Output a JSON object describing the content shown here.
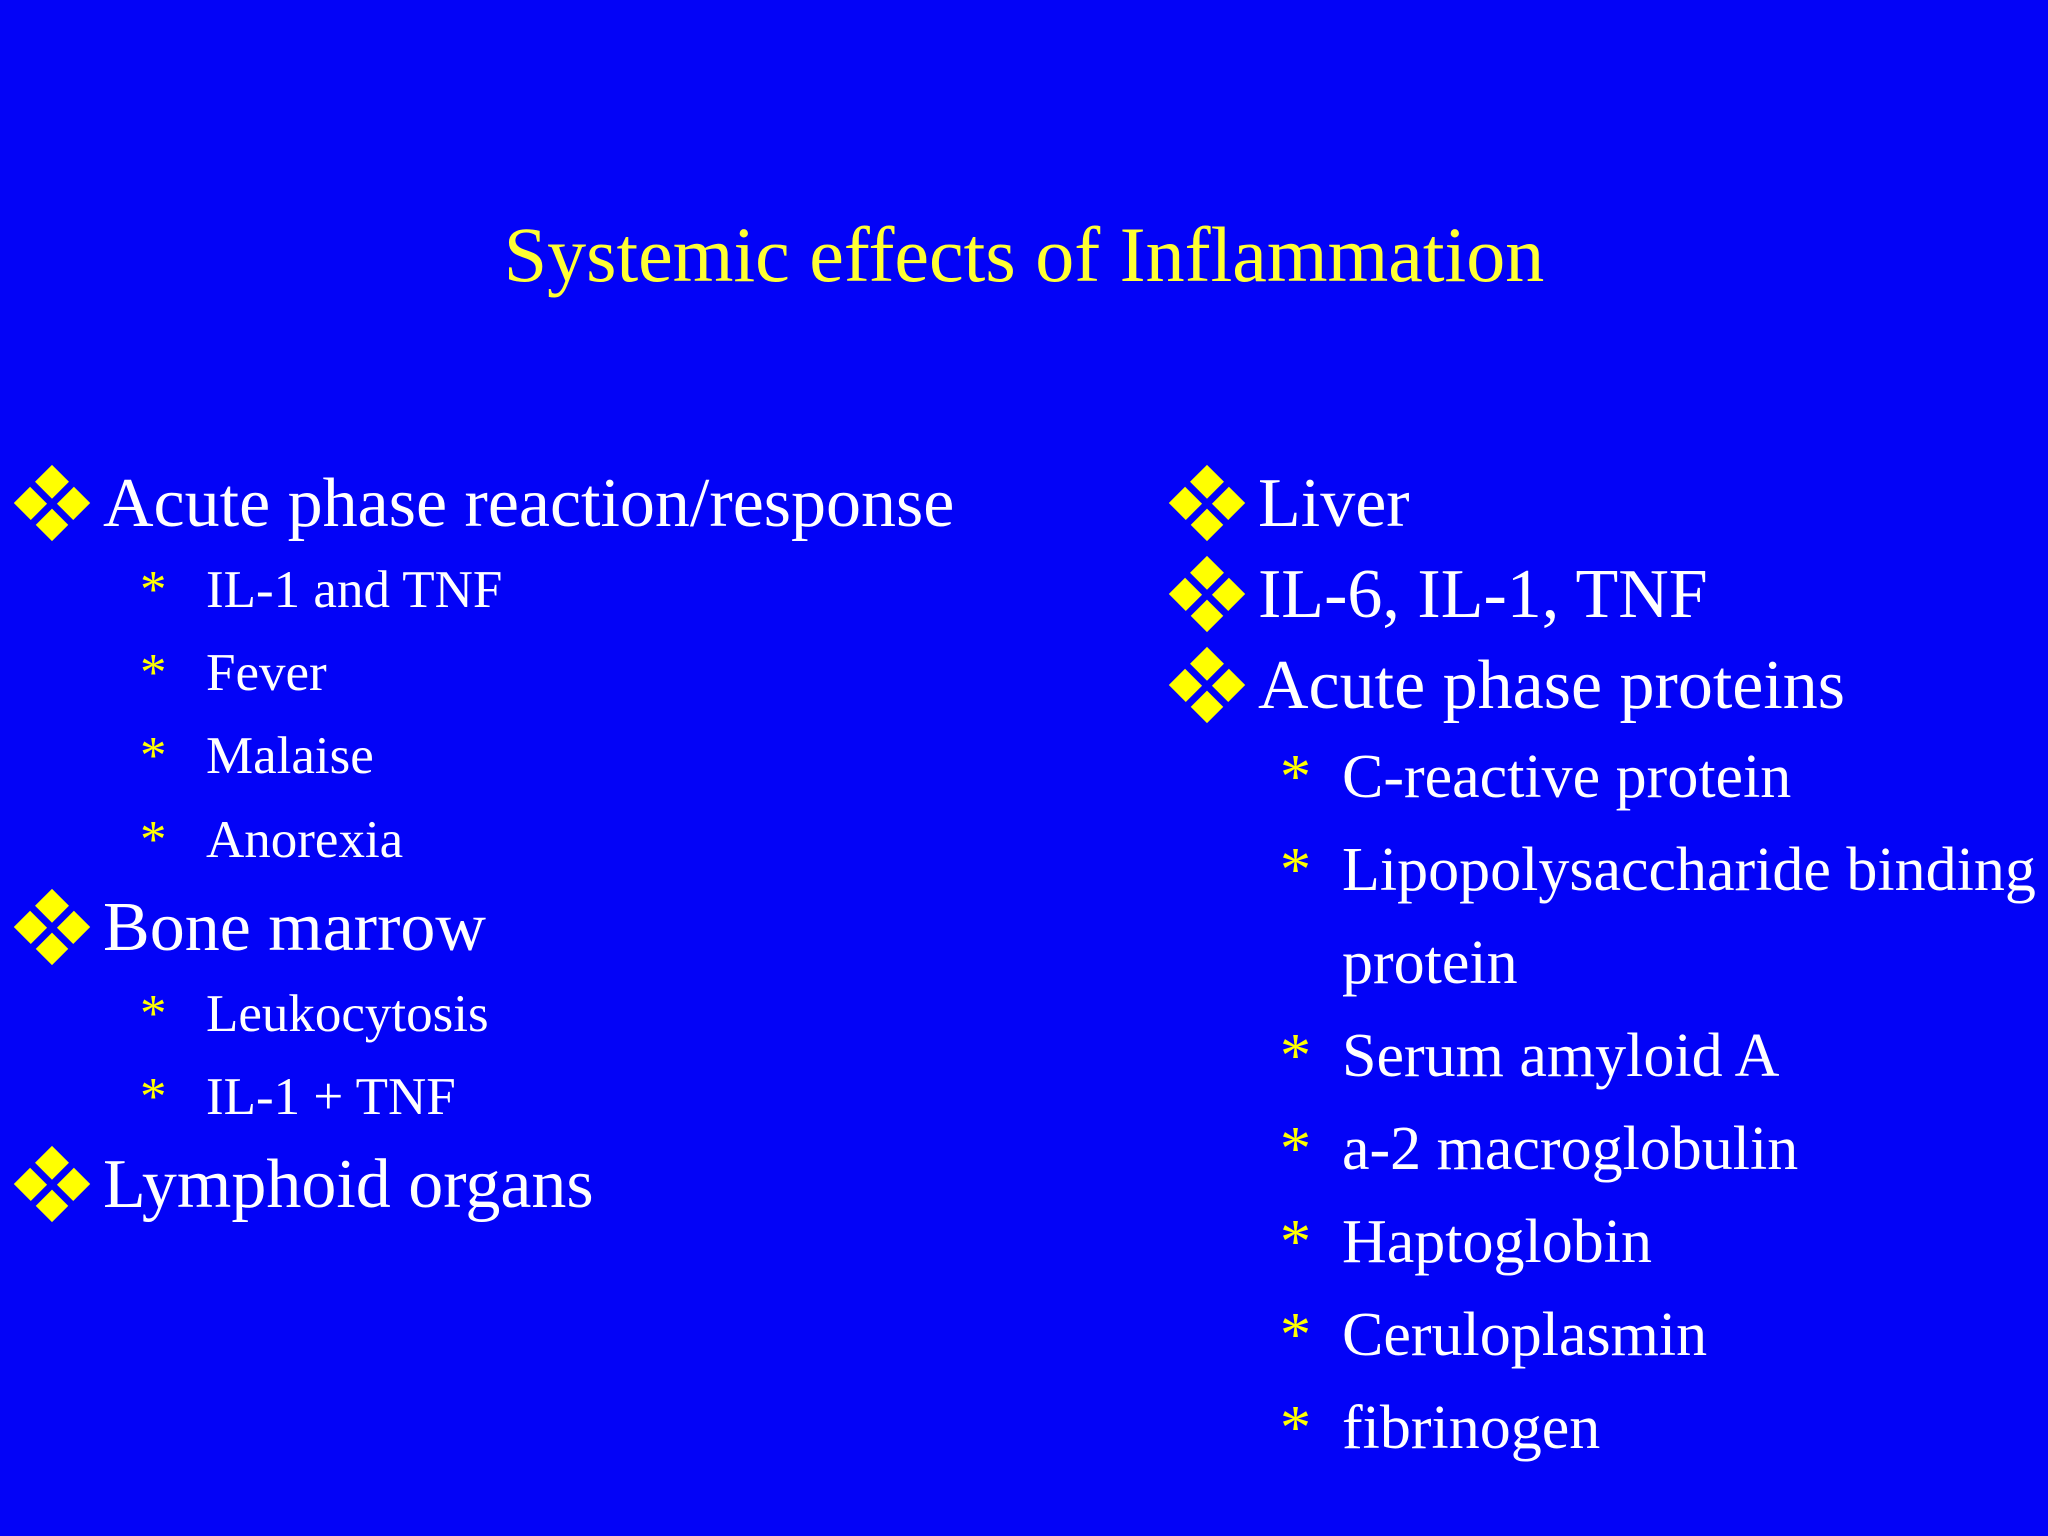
{
  "slide": {
    "title": "Systemic effects of Inflammation",
    "markers": {
      "sub": "*"
    },
    "colors": {
      "background": "#0303f7",
      "title": "#ffff33",
      "body_text": "#ffffff",
      "bullet": "#ffff00"
    },
    "left": {
      "items": [
        {
          "level": 1,
          "text": "Acute phase reaction/response"
        },
        {
          "level": 2,
          "text": "IL-1 and TNF"
        },
        {
          "level": 2,
          "text": "Fever"
        },
        {
          "level": 2,
          "text": "Malaise"
        },
        {
          "level": 2,
          "text": "Anorexia"
        },
        {
          "level": 1,
          "text": "Bone marrow"
        },
        {
          "level": 2,
          "text": "Leukocytosis"
        },
        {
          "level": 2,
          "text": "IL-1 + TNF"
        },
        {
          "level": 1,
          "text": "Lymphoid organs"
        }
      ]
    },
    "right": {
      "items": [
        {
          "level": 1,
          "text": "Liver"
        },
        {
          "level": 1,
          "text": "IL-6, IL-1, TNF"
        },
        {
          "level": 1,
          "text": "Acute phase proteins"
        },
        {
          "level": 2,
          "text": "C-reactive protein"
        },
        {
          "level": 2,
          "text": "Lipopolysaccharide binding protein"
        },
        {
          "level": 2,
          "text": "Serum amyloid A"
        },
        {
          "level": 2,
          "text": "a-2 macroglobulin"
        },
        {
          "level": 2,
          "text": "Haptoglobin"
        },
        {
          "level": 2,
          "text": "Ceruloplasmin"
        },
        {
          "level": 2,
          "text": "fibrinogen"
        }
      ]
    }
  }
}
